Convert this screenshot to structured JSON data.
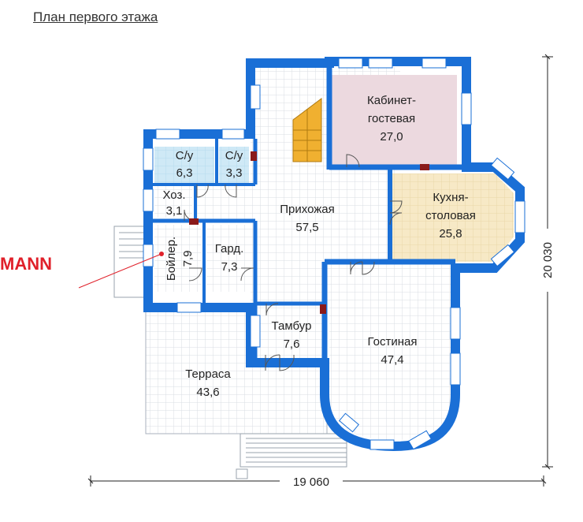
{
  "page": {
    "title": "План первого этажа"
  },
  "rooms": [
    {
      "id": "cabinet",
      "name": "Кабинет-",
      "name2": "гостевая",
      "area": "27,0"
    },
    {
      "id": "kitchen",
      "name": "Кухня-",
      "name2": "столовая",
      "area": "25,8"
    },
    {
      "id": "hall",
      "name": "Прихожая",
      "area": "57,5"
    },
    {
      "id": "wc1",
      "name": "С/у",
      "area": "6,3"
    },
    {
      "id": "wc2",
      "name": "С/у",
      "area": "3,3"
    },
    {
      "id": "utility",
      "name": "Хоз.",
      "area": "3,1"
    },
    {
      "id": "boiler",
      "name": "Бойлер.",
      "area": "7,9"
    },
    {
      "id": "wardrobe",
      "name": "Гард.",
      "area": "7,3"
    },
    {
      "id": "vestibule",
      "name": "Тамбур",
      "area": "7,6"
    },
    {
      "id": "living",
      "name": "Гостиная",
      "area": "47,4"
    },
    {
      "id": "terrace",
      "name": "Терраса",
      "area": "43,6"
    }
  ],
  "dimensions": {
    "width": "19 060",
    "height": "20 030"
  },
  "brand": "MANN",
  "colors": {
    "wall": "#1a6fd6",
    "window": "#ffffff",
    "study": "#ecd9df",
    "kitchen": "#f7e9c6",
    "wc": "#cfe9f6",
    "floor": "#ffffff",
    "grid": "#d9dde3",
    "stairs": "#f0b030",
    "terrace": "#ffffff"
  }
}
